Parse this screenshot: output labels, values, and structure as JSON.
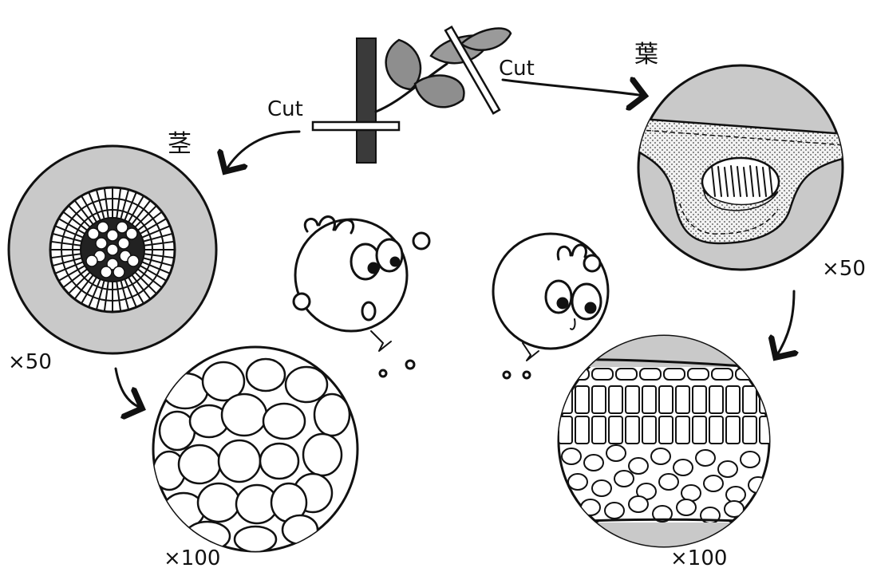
{
  "labels": {
    "cut_stem": "Cut",
    "cut_leaf": "Cut",
    "stem_kanji": "茎",
    "leaf_kanji": "葉",
    "stem_mag_low": "×50",
    "stem_mag_high": "×100",
    "leaf_mag_low": "×50",
    "leaf_mag_high": "×100"
  }
}
